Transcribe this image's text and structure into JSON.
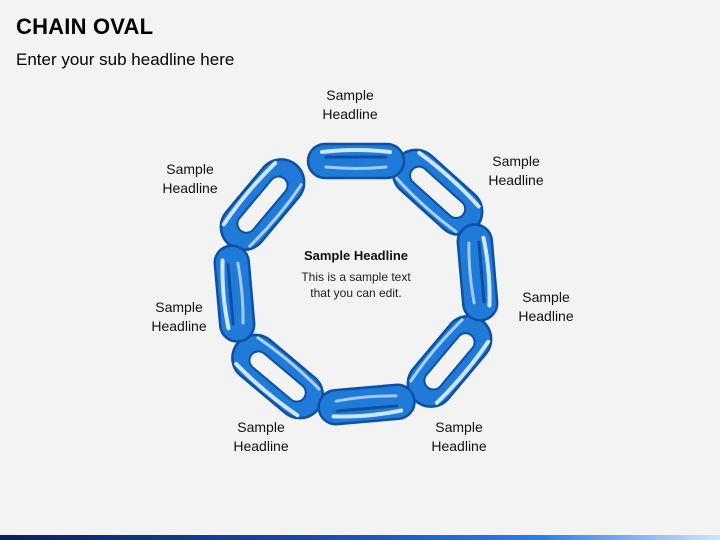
{
  "header": {
    "title": "CHAIN OVAL",
    "subtitle": "Enter your sub headline here"
  },
  "center": {
    "title": "Sample Headline",
    "text_line1": "This is a sample text",
    "text_line2": "that you can edit."
  },
  "labels": [
    {
      "line1": "Sample",
      "line2": "Headline"
    },
    {
      "line1": "Sample",
      "line2": "Headline"
    },
    {
      "line1": "Sample",
      "line2": "Headline"
    },
    {
      "line1": "Sample",
      "line2": "Headline"
    },
    {
      "line1": "Sample",
      "line2": "Headline"
    },
    {
      "line1": "Sample",
      "line2": "Headline"
    },
    {
      "line1": "Sample",
      "line2": "Headline"
    }
  ],
  "colors": {
    "chain_fill": "#1f7ad8",
    "chain_outline": "#0c4fa3",
    "chain_highlight": "#cfe6ff",
    "background": "#f3f3f3"
  }
}
